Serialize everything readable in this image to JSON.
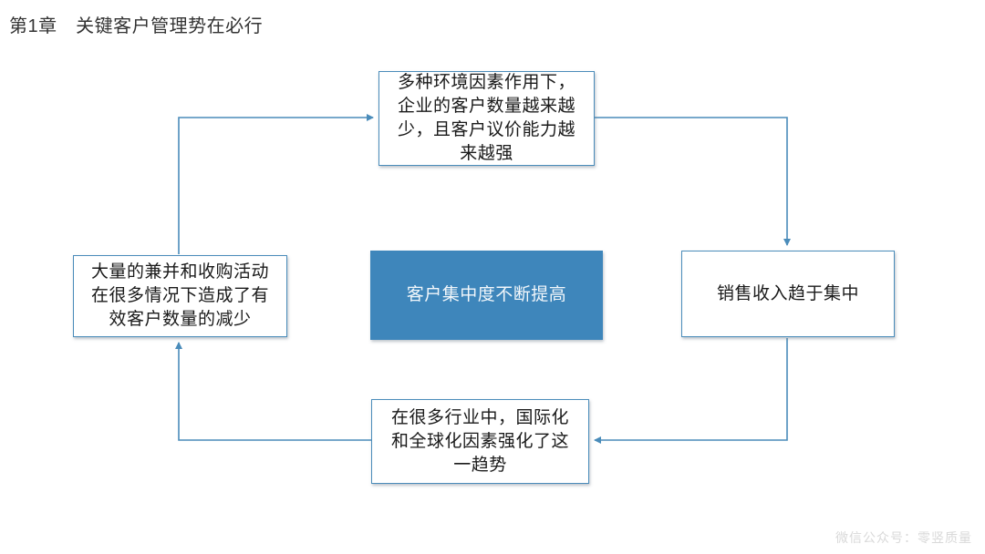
{
  "slide": {
    "title": "第1章　关键客户管理势在必行",
    "watermark": "微信公众号：零竖质量"
  },
  "colors": {
    "title_text": "#333333",
    "box_border": "#4a8cba",
    "box_text": "#1a1a1a",
    "center_fill": "#3e86bb",
    "center_text": "#f2f7fb",
    "connector": "#4a8cba",
    "watermark_text": "#d9d9d9"
  },
  "diagram": {
    "center": {
      "label": "客户集中度不断提高"
    },
    "top": {
      "label": "多种环境因素作用下，\n企业的客户数量越来越\n少，且客户议价能力越\n来越强"
    },
    "right": {
      "label": "销售收入趋于集中"
    },
    "bottom": {
      "label": "在很多行业中，国际化\n和全球化因素强化了这\n一趋势"
    },
    "left": {
      "label": "大量的兼并和收购活动\n在很多情况下造成了有\n效客户数量的减少"
    },
    "arrows": [
      {
        "from": "left-box",
        "to": "top-box"
      },
      {
        "from": "top-box",
        "to": "right-box"
      },
      {
        "from": "right-box",
        "to": "bottom-box"
      },
      {
        "from": "bottom-box",
        "to": "left-box"
      }
    ]
  }
}
